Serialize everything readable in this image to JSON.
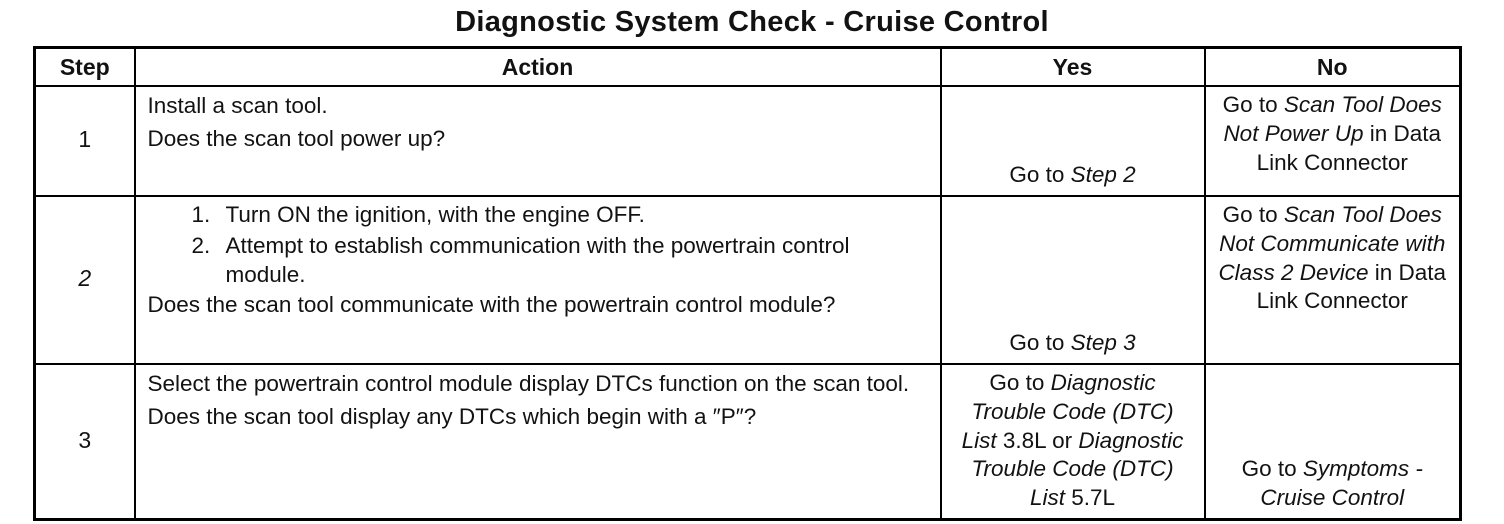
{
  "title": "Diagnostic System Check - Cruise Control",
  "table": {
    "headers": {
      "step": "Step",
      "action": "Action",
      "yes": "Yes",
      "no": "No"
    },
    "rows": [
      {
        "step": "1",
        "action": [
          {
            "t": "Install a scan tool."
          },
          {
            "t": "Does the scan tool power up?"
          }
        ],
        "yes": [
          {
            "t": "Go to ",
            "i": false
          },
          {
            "t": "Step 2",
            "i": true
          }
        ],
        "no": [
          {
            "t": "Go to ",
            "i": false
          },
          {
            "t": "Scan Tool Does Not Power Up",
            "i": true
          },
          {
            "t": " in Data Link Connector",
            "i": false
          }
        ]
      },
      {
        "step": "2",
        "action": [
          {
            "num": "1.",
            "t": "Turn ON the ignition, with the engine OFF."
          },
          {
            "num": "2.",
            "t": "Attempt to establish communication with the powertrain control module."
          },
          {
            "t": "Does the scan tool communicate with the powertrain control module?"
          }
        ],
        "yes": [
          {
            "t": "Go to ",
            "i": false
          },
          {
            "t": "Step 3",
            "i": true
          }
        ],
        "no": [
          {
            "t": "Go to ",
            "i": false
          },
          {
            "t": "Scan Tool Does Not Communicate with Class 2 Device",
            "i": true
          },
          {
            "t": " in Data Link Connector",
            "i": false
          }
        ]
      },
      {
        "step": "3",
        "action": [
          {
            "t": "Select the powertrain control module display DTCs function on the scan tool."
          },
          {
            "t": "Does the scan tool display any DTCs which begin with a ″P″?"
          }
        ],
        "yes": [
          {
            "t": "Go to ",
            "i": false
          },
          {
            "t": "Diagnostic Trouble Code (DTC) List",
            "i": true
          },
          {
            "t": " 3.8L or ",
            "i": false
          },
          {
            "t": "Diagnostic Trouble Code (DTC) List",
            "i": true
          },
          {
            "t": " 5.7L",
            "i": false
          }
        ],
        "no": [
          {
            "t": "Go to ",
            "i": false
          },
          {
            "t": "Symptoms - Cruise Control",
            "i": true
          }
        ]
      }
    ]
  }
}
